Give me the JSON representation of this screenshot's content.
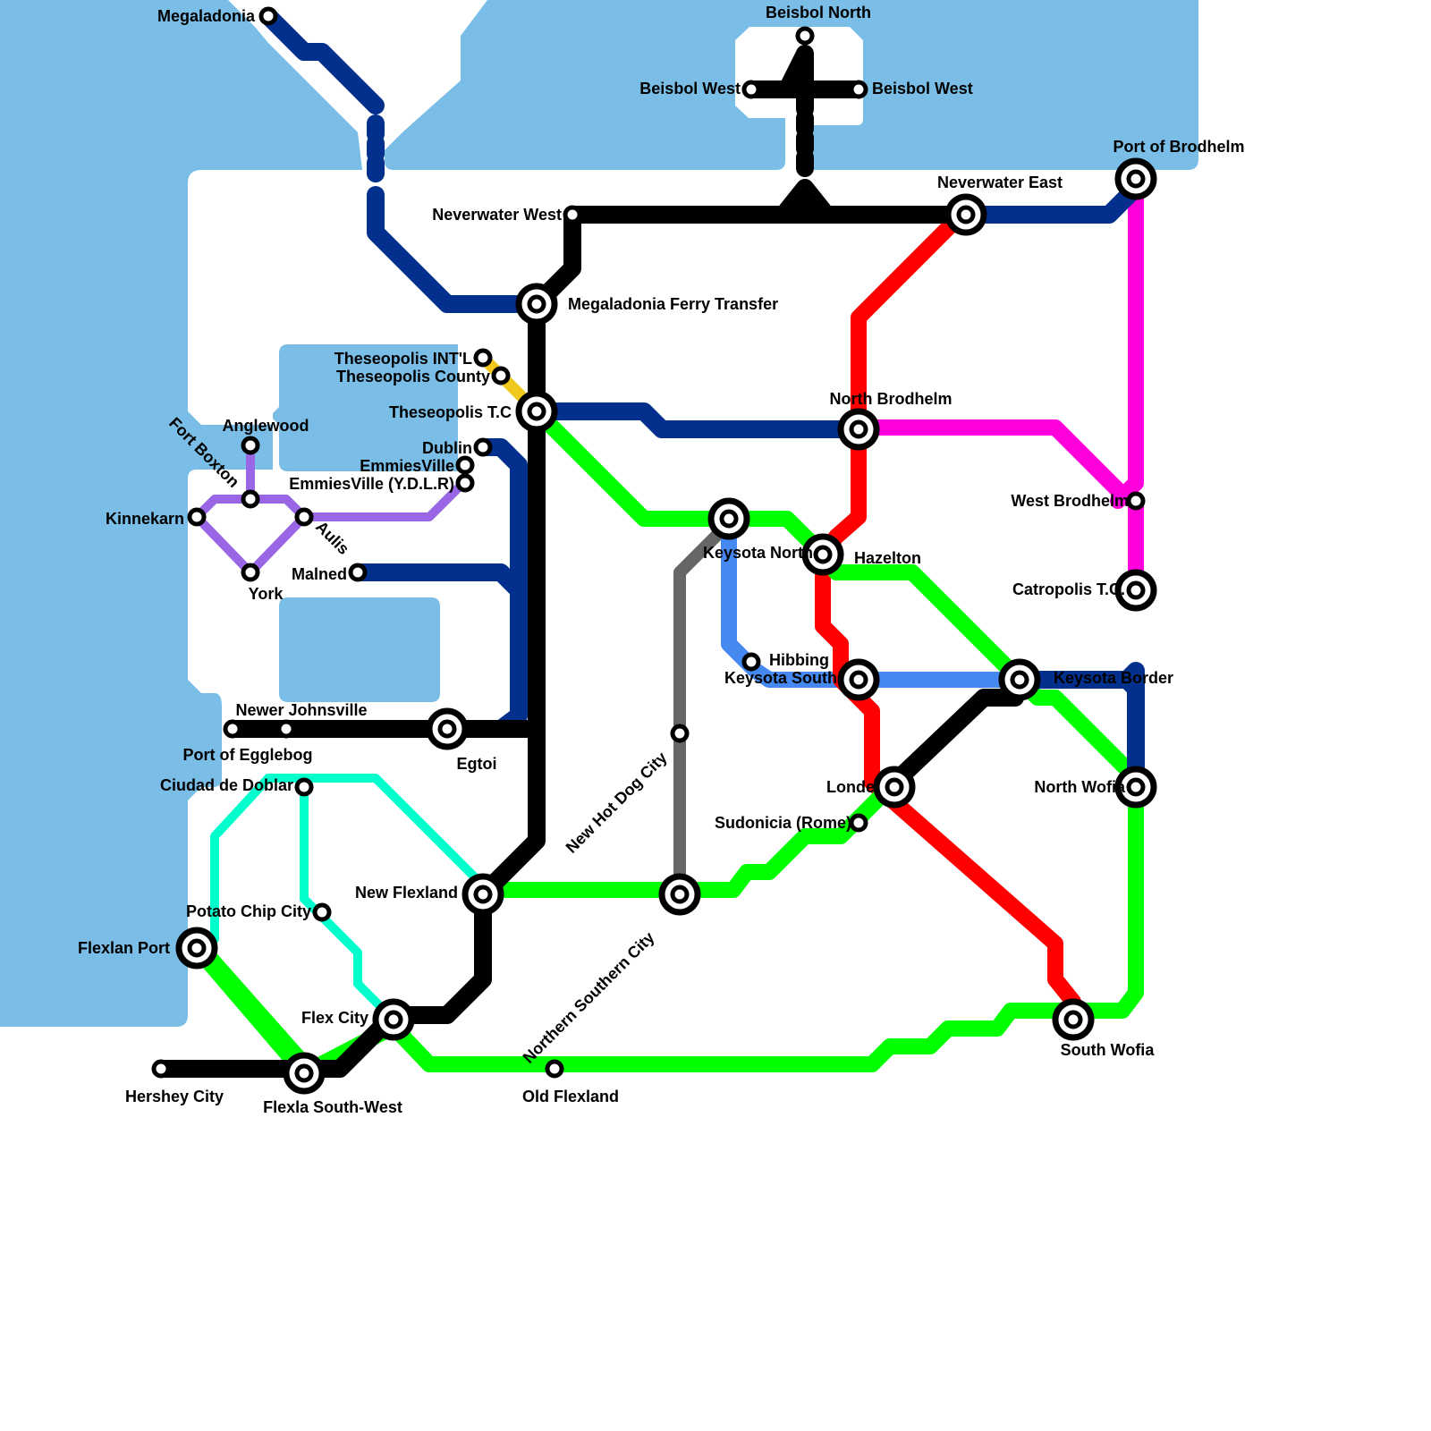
{
  "map_title": "",
  "colors": {
    "water": "#7abde6",
    "land": "#ffffff",
    "label": "#000000",
    "station_ring": "#000000",
    "station_fill": "#ffffff"
  },
  "lines": [
    {
      "id": "black",
      "name": "Black Line",
      "color": "#000000"
    },
    {
      "id": "navy",
      "name": "Navy Line",
      "color": "#02308c"
    },
    {
      "id": "red",
      "name": "Red Line",
      "color": "#ff0000"
    },
    {
      "id": "green",
      "name": "Green Line",
      "color": "#00ff00"
    },
    {
      "id": "magenta",
      "name": "Magenta Line",
      "color": "#ff00dc"
    },
    {
      "id": "blue",
      "name": "Blue Line",
      "color": "#4488f0"
    },
    {
      "id": "grey",
      "name": "Grey Line",
      "color": "#666666"
    },
    {
      "id": "purple",
      "name": "Purple Line",
      "color": "#9966e6"
    },
    {
      "id": "aqua",
      "name": "Aqua Line",
      "color": "#00ffcc"
    },
    {
      "id": "yellow",
      "name": "Yellow Line",
      "color": "#f0c81e"
    }
  ],
  "stations": [
    {
      "name": "Megaladonia",
      "type": "stop"
    },
    {
      "name": "Beisbol North",
      "type": "stop"
    },
    {
      "name": "Beisbol West",
      "type": "stop"
    },
    {
      "name": "Beisbol West",
      "type": "stop"
    },
    {
      "name": "Port of Brodhelm",
      "type": "interchange"
    },
    {
      "name": "Neverwater East",
      "type": "interchange"
    },
    {
      "name": "Neverwater West",
      "type": "stop"
    },
    {
      "name": "Megaladonia Ferry Transfer",
      "type": "interchange"
    },
    {
      "name": "Theseopolis INT'L",
      "type": "stop"
    },
    {
      "name": "Theseopolis County",
      "type": "stop"
    },
    {
      "name": "Theseopolis T.C",
      "type": "interchange"
    },
    {
      "name": "Dublin",
      "type": "stop"
    },
    {
      "name": "EmmiesVille",
      "type": "stop"
    },
    {
      "name": "EmmiesVille (Y.D.L.R)",
      "type": "stop"
    },
    {
      "name": "Anglewood",
      "type": "stop"
    },
    {
      "name": "Fort Boxton",
      "type": "stop"
    },
    {
      "name": "Kinnekarn",
      "type": "stop"
    },
    {
      "name": "Aulis",
      "type": "stop"
    },
    {
      "name": "York",
      "type": "stop"
    },
    {
      "name": "Malned",
      "type": "stop"
    },
    {
      "name": "North Brodhelm",
      "type": "interchange"
    },
    {
      "name": "West Brodhelm",
      "type": "stop"
    },
    {
      "name": "Keysota North",
      "type": "interchange"
    },
    {
      "name": "Hazelton",
      "type": "interchange"
    },
    {
      "name": "Hibbing",
      "type": "stop"
    },
    {
      "name": "Keysota South",
      "type": "interchange"
    },
    {
      "name": "Catropolis T.C.",
      "type": "interchange"
    },
    {
      "name": "Keysota Border",
      "type": "interchange"
    },
    {
      "name": "North Wofia",
      "type": "interchange"
    },
    {
      "name": "Newer Johnsville",
      "type": "stop"
    },
    {
      "name": "Port of Egglebog",
      "type": "stop"
    },
    {
      "name": "Egtoi",
      "type": "interchange"
    },
    {
      "name": "New Hot Dog City",
      "type": "stop"
    },
    {
      "name": "Londe",
      "type": "interchange"
    },
    {
      "name": "Sudonicia (Rome)",
      "type": "stop"
    },
    {
      "name": "Ciudad de Doblar",
      "type": "stop"
    },
    {
      "name": "New Flexland",
      "type": "interchange"
    },
    {
      "name": "Northern Southern City",
      "type": "interchange"
    },
    {
      "name": "Potato Chip City",
      "type": "stop"
    },
    {
      "name": "Flexlan Port",
      "type": "interchange"
    },
    {
      "name": "Flex City",
      "type": "interchange"
    },
    {
      "name": "Hershey City",
      "type": "stop"
    },
    {
      "name": "Flexla South-West",
      "type": "interchange"
    },
    {
      "name": "Old Flexland",
      "type": "stop"
    },
    {
      "name": "South Wofia",
      "type": "interchange"
    }
  ],
  "labels": {
    "megaladonia": "Megaladonia",
    "beisbol_north": "Beisbol North",
    "beisbol_west_1": "Beisbol West",
    "beisbol_west_2": "Beisbol West",
    "port_of_brodhelm": "Port of Brodhelm",
    "neverwater_east": "Neverwater East",
    "neverwater_west": "Neverwater West",
    "megaladonia_ferry": "Megaladonia Ferry Transfer",
    "theseopolis_intl": "Theseopolis INT'L",
    "theseopolis_county": "Theseopolis County",
    "theseopolis_tc": "Theseopolis T.C",
    "dublin": "Dublin",
    "emmiesville": "EmmiesVille",
    "emmiesville_ydlr": "EmmiesVille (Y.D.L.R)",
    "anglewood": "Anglewood",
    "fort_boxton": "Fort Boxton",
    "kinnekarn": "Kinnekarn",
    "aulis": "Aulis",
    "york": "York",
    "malned": "Malned",
    "north_brodhelm": "North Brodhelm",
    "west_brodhelm": "West Brodhelm",
    "keysota_north": "Keysota North",
    "hazelton": "Hazelton",
    "hibbing": "Hibbing",
    "keysota_south": "Keysota South",
    "catropolis_tc": "Catropolis T.C.",
    "keysota_border": "Keysota Border",
    "north_wofia": "North Wofia",
    "newer_johnsville": "Newer Johnsville",
    "port_of_egglebog": "Port of Egglebog",
    "egtoi": "Egtoi",
    "new_hot_dog_city": "New Hot Dog City",
    "londe": "Londe",
    "sudonicia": "Sudonicia (Rome)",
    "ciudad_de_doblar": "Ciudad de Doblar",
    "new_flexland": "New Flexland",
    "northern_southern_city": "Northern Southern City",
    "potato_chip_city": "Potato Chip City",
    "flexlan_port": "Flexlan Port",
    "flex_city": "Flex City",
    "hershey_city": "Hershey City",
    "flexla_south_west": "Flexla South-West",
    "old_flexland": "Old Flexland",
    "south_wofia": "South Wofia"
  }
}
